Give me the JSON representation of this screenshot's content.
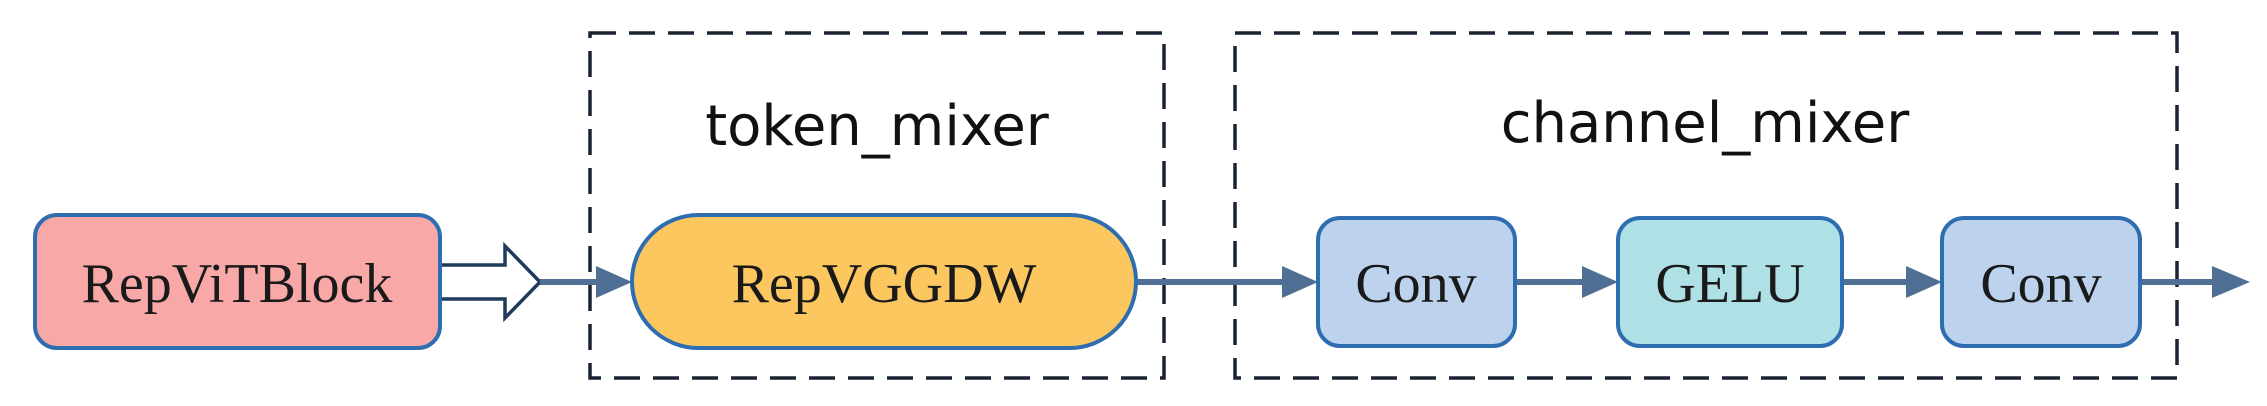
{
  "groups": {
    "token_mixer": {
      "label": "token_mixer"
    },
    "channel_mixer": {
      "label": "channel_mixer"
    }
  },
  "nodes": {
    "repvitblock": {
      "label": "RepViTBlock",
      "fill": "#F9A8A8"
    },
    "repvggdw": {
      "label": "RepVGGDW",
      "fill": "#FCC75F"
    },
    "conv1": {
      "label": "Conv",
      "fill": "#BDD2EC"
    },
    "gelu": {
      "label": "GELU",
      "fill": "#AEE0E5"
    },
    "conv2": {
      "label": "Conv",
      "fill": "#BDD2EC"
    }
  },
  "colors": {
    "node_stroke": "#2E6DB0",
    "connector": "#4F6F94",
    "group_border": "#1A2332"
  },
  "edges": [
    {
      "from": "repvitblock",
      "to": "repvggdw",
      "style": "hollow-arrow"
    },
    {
      "from": "repvggdw",
      "to": "conv1",
      "style": "solid-arrow"
    },
    {
      "from": "conv1",
      "to": "gelu",
      "style": "solid-arrow"
    },
    {
      "from": "gelu",
      "to": "conv2",
      "style": "solid-arrow"
    },
    {
      "from": "conv2",
      "to": "output",
      "style": "solid-arrow"
    }
  ]
}
